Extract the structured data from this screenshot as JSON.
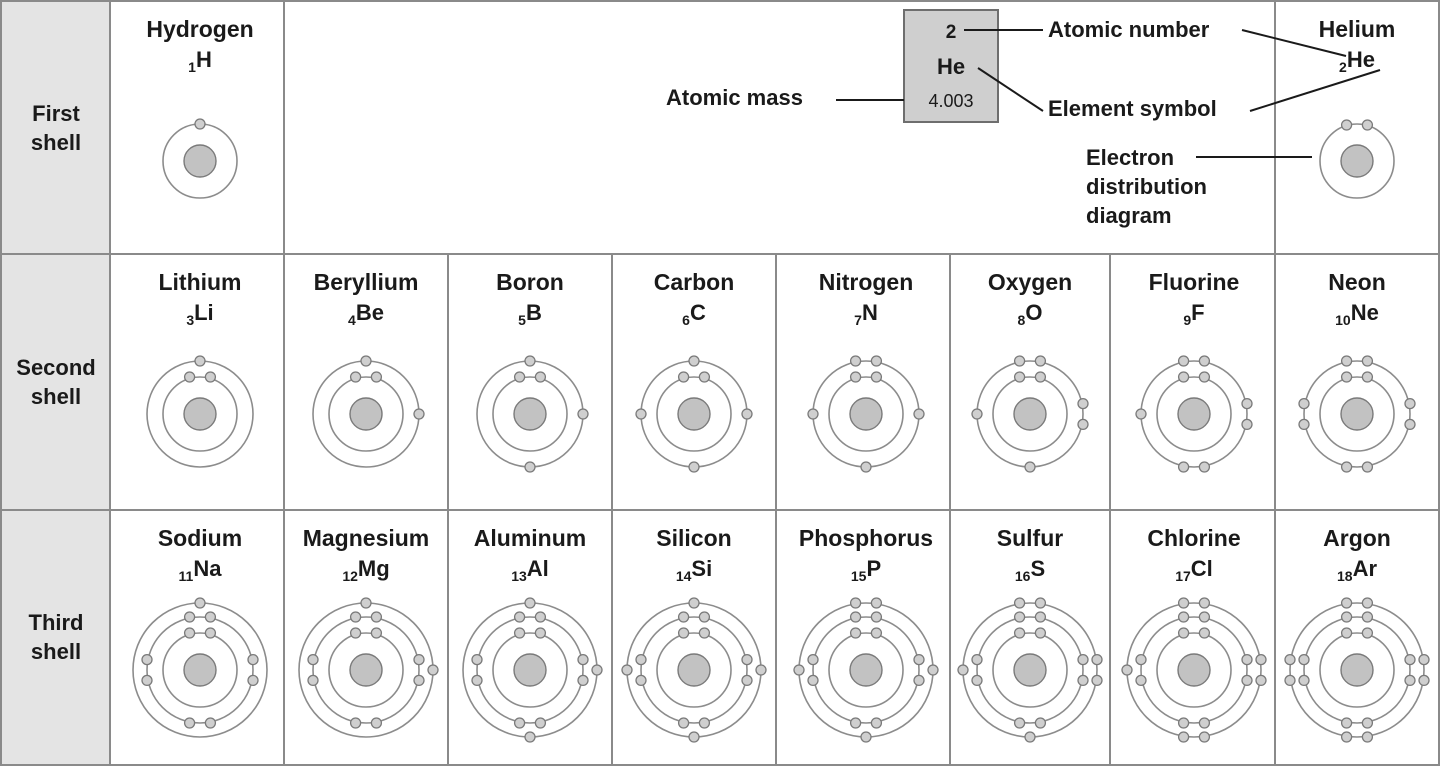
{
  "shells": [
    {
      "line1": "First",
      "line2": "shell"
    },
    {
      "line1": "Second",
      "line2": "shell"
    },
    {
      "line1": "Third",
      "line2": "shell"
    }
  ],
  "elements": [
    {
      "name": "Hydrogen",
      "number": "1",
      "symbol": "H",
      "shells": [
        1
      ]
    },
    {
      "name": "Helium",
      "number": "2",
      "symbol": "He",
      "shells": [
        2
      ]
    },
    {
      "name": "Lithium",
      "number": "3",
      "symbol": "Li",
      "shells": [
        2,
        1
      ]
    },
    {
      "name": "Beryllium",
      "number": "4",
      "symbol": "Be",
      "shells": [
        2,
        2
      ]
    },
    {
      "name": "Boron",
      "number": "5",
      "symbol": "B",
      "shells": [
        2,
        3
      ]
    },
    {
      "name": "Carbon",
      "number": "6",
      "symbol": "C",
      "shells": [
        2,
        4
      ]
    },
    {
      "name": "Nitrogen",
      "number": "7",
      "symbol": "N",
      "shells": [
        2,
        5
      ]
    },
    {
      "name": "Oxygen",
      "number": "8",
      "symbol": "O",
      "shells": [
        2,
        6
      ]
    },
    {
      "name": "Fluorine",
      "number": "9",
      "symbol": "F",
      "shells": [
        2,
        7
      ]
    },
    {
      "name": "Neon",
      "number": "10",
      "symbol": "Ne",
      "shells": [
        2,
        8
      ]
    },
    {
      "name": "Sodium",
      "number": "11",
      "symbol": "Na",
      "shells": [
        2,
        8,
        1
      ]
    },
    {
      "name": "Magnesium",
      "number": "12",
      "symbol": "Mg",
      "shells": [
        2,
        8,
        2
      ]
    },
    {
      "name": "Aluminum",
      "number": "13",
      "symbol": "Al",
      "shells": [
        2,
        8,
        3
      ]
    },
    {
      "name": "Silicon",
      "number": "14",
      "symbol": "Si",
      "shells": [
        2,
        8,
        4
      ]
    },
    {
      "name": "Phosphorus",
      "number": "15",
      "symbol": "P",
      "shells": [
        2,
        8,
        5
      ]
    },
    {
      "name": "Sulfur",
      "number": "16",
      "symbol": "S",
      "shells": [
        2,
        8,
        6
      ]
    },
    {
      "name": "Chlorine",
      "number": "17",
      "symbol": "Cl",
      "shells": [
        2,
        8,
        7
      ]
    },
    {
      "name": "Argon",
      "number": "18",
      "symbol": "Ar",
      "shells": [
        2,
        8,
        8
      ]
    }
  ],
  "key": {
    "number": "2",
    "symbol": "He",
    "mass": "4.003",
    "atomic_number_label": "Atomic number",
    "atomic_mass_label": "Atomic mass",
    "element_symbol_label": "Element symbol",
    "electron_label_lines": [
      "Electron",
      "distribution",
      "diagram"
    ]
  },
  "colors": {
    "shell_column": "#e4e4e4",
    "key_box": "#cfcfcf",
    "nucleus": "#c2c2c2",
    "grid": "#8a8a8a"
  }
}
